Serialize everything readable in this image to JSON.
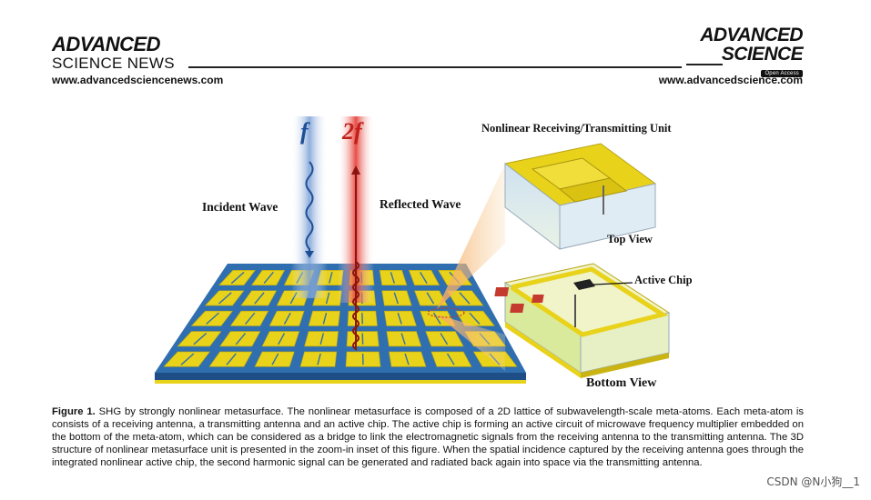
{
  "header": {
    "left_logo_line1": "ADVANCED",
    "left_logo_line2": "SCIENCE NEWS",
    "left_url": "www.advancedsciencenews.com",
    "right_logo_line1": "ADVANCED",
    "right_logo_line2": "SCIENCE",
    "right_logo_badge": "Open Access",
    "right_url": "www.advancedscience.com"
  },
  "figure": {
    "freq_incident": "f",
    "freq_reflected": "2f",
    "incident_label": "Incident Wave",
    "reflected_label": "Reflected Wave",
    "unit_title": "Nonlinear Receiving/Transmitting Unit",
    "top_view_label": "Top View",
    "active_chip_label": "Active Chip",
    "bottom_view_label": "Bottom View",
    "colors": {
      "substrate": "#2f6fb0",
      "antenna": "#e8d21a",
      "incident_beam": "#7a9fd6",
      "reflected_beam": "#e53a32",
      "chip": "#222222",
      "component": "#c53a2e"
    }
  },
  "caption": {
    "fig_num": "Figure 1.",
    "text": " SHG by strongly nonlinear metasurface. The nonlinear metasurface is composed of a 2D lattice of subwavelength-scale meta-atoms. Each meta-atom is consists of a receiving antenna, a transmitting antenna and an active chip. The active chip is forming an active circuit of microwave frequency multiplier embedded on the bottom of the meta-atom, which can be considered as a bridge to link the electromagnetic signals from the receiving antenna to the transmitting antenna. The 3D structure of nonlinear metasurface unit is presented in the zoom-in inset of this figure. When the spatial incidence captured by the receiving antenna goes through the integrated nonlinear active chip, the second harmonic signal can be generated and radiated back again into space via the transmitting antenna."
  },
  "watermark": "CSDN @N小狗__1"
}
